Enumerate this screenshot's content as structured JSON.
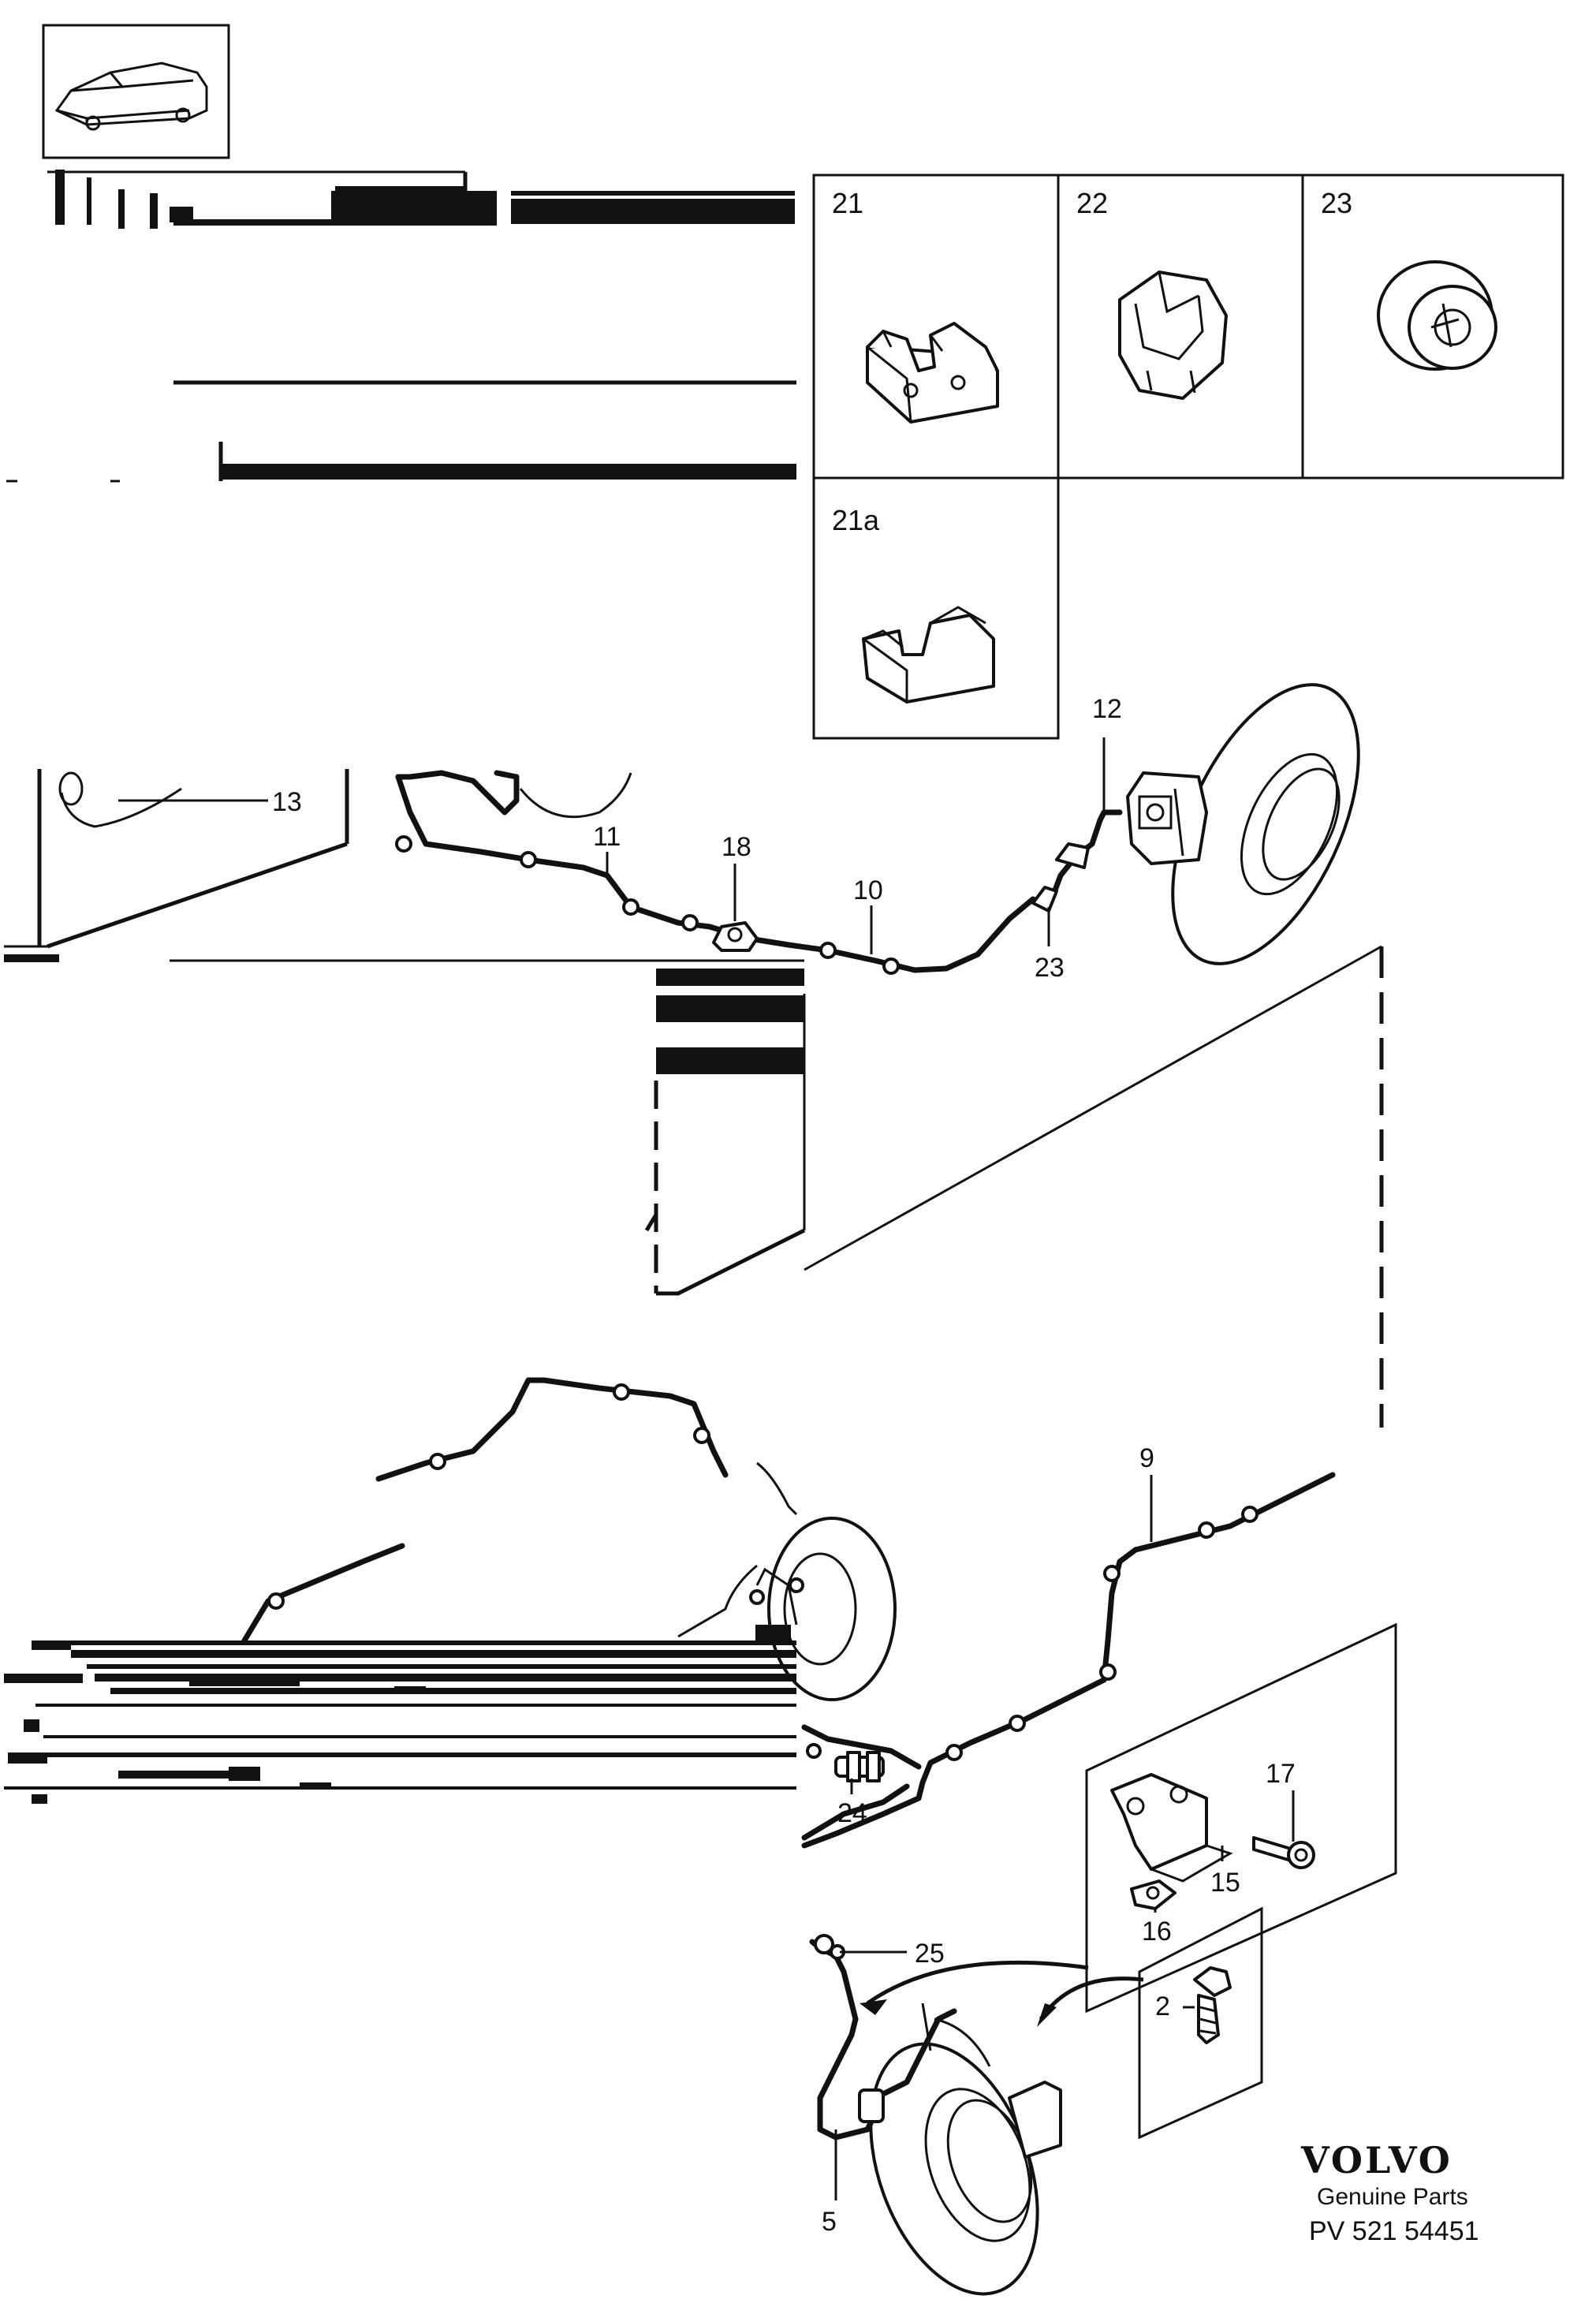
{
  "parts_detail_boxes": [
    {
      "label": "21"
    },
    {
      "label": "22"
    },
    {
      "label": "23"
    },
    {
      "label": "21a"
    }
  ],
  "callouts": {
    "c13": "13",
    "c12": "12",
    "c11": "11",
    "c18": "18",
    "c10": "10",
    "c23": "23",
    "c9": "9",
    "c17": "17",
    "c15": "15",
    "c16": "16",
    "c24": "24",
    "c25": "25",
    "c2": "2",
    "c5": "5"
  },
  "branding": {
    "logo": "VOLVO",
    "tagline": "Genuine Parts",
    "code": "PV 521 54451"
  }
}
